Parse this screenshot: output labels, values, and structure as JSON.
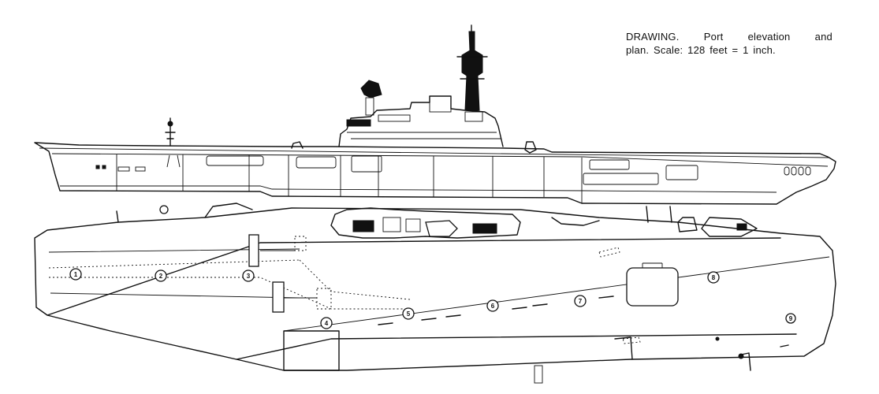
{
  "caption": {
    "line1_words": [
      "DRAWING.",
      "Port",
      "elevation",
      "and"
    ],
    "line2": "plan.  Scale: 128 feet = 1 inch."
  },
  "elevation": {},
  "plan": {
    "position_markers": [
      "1",
      "2",
      "3",
      "4",
      "5",
      "6",
      "7",
      "8",
      "9"
    ]
  }
}
